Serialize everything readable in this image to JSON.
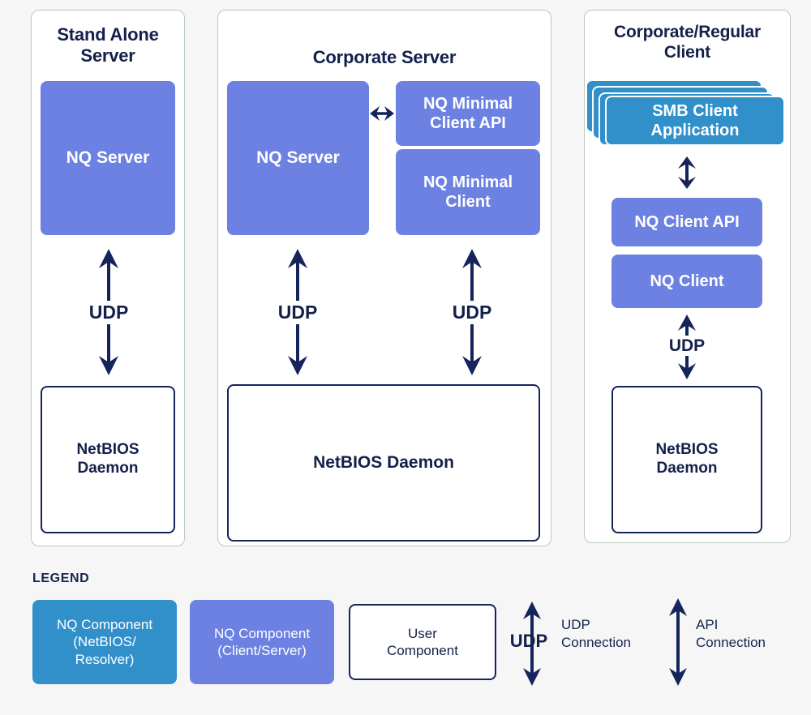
{
  "diagram": {
    "background_color": "#f6f6f6",
    "ink_color": "#14204a",
    "panel_border_color": "#b9cbbf",
    "panels": [
      {
        "id": "standalone",
        "title": "Stand Alone\nServer",
        "title_line1": "Stand Alone",
        "title_line2": "Server",
        "boxes": [
          {
            "label": "NQ Server",
            "kind": "nq-component-client-server",
            "color": "#6c81e2"
          },
          {
            "label": "NetBIOS\nDaemon",
            "kind": "user-component",
            "color": "#ffffff"
          }
        ],
        "connections": [
          {
            "label": "UDP",
            "type": "udp-connection"
          }
        ]
      },
      {
        "id": "corporate",
        "title": "Corporate Server",
        "boxes": [
          {
            "label": "NQ Server",
            "kind": "nq-component-client-server",
            "color": "#6c81e2"
          },
          {
            "label": "NQ Minimal\nClient API",
            "kind": "nq-component-client-server",
            "color": "#6c81e2"
          },
          {
            "label": "NQ Minimal\nClient",
            "kind": "nq-component-client-server",
            "color": "#6c81e2"
          },
          {
            "label": "NetBIOS Daemon",
            "kind": "user-component",
            "color": "#ffffff"
          }
        ],
        "connections": [
          {
            "label": "",
            "type": "api-connection-horizontal"
          },
          {
            "label": "UDP",
            "type": "udp-connection"
          },
          {
            "label": "UDP",
            "type": "udp-connection"
          }
        ]
      },
      {
        "id": "client",
        "title": "Corporate/Regular\nClient",
        "title_line1": "Corporate/Regular",
        "title_line2": "Client",
        "boxes": [
          {
            "label": "SMB Client\nApplication",
            "kind": "nq-component-netbios-resolver",
            "color": "#3190ca",
            "stacked": true,
            "stack_layers": 4
          },
          {
            "label": "NQ Client API",
            "kind": "nq-component-client-server",
            "color": "#6c81e2"
          },
          {
            "label": "NQ Client",
            "kind": "nq-component-client-server",
            "color": "#6c81e2"
          },
          {
            "label": "NetBIOS\nDaemon",
            "kind": "user-component",
            "color": "#ffffff"
          }
        ],
        "connections": [
          {
            "label": "",
            "type": "api-connection"
          },
          {
            "label": "UDP",
            "type": "udp-connection"
          }
        ]
      }
    ],
    "labels": {
      "panel_title_standalone_l1": "Stand Alone",
      "panel_title_standalone_l2": "Server",
      "panel_title_corporate": "Corporate Server",
      "panel_title_client_l1": "Corporate/Regular",
      "panel_title_client_l2": "Client",
      "nq_server": "NQ Server",
      "nq_minimal_client_api_l1": "NQ Minimal",
      "nq_minimal_client_api_l2": "Client API",
      "nq_minimal_client_l1": "NQ Minimal",
      "nq_minimal_client_l2": "Client",
      "smb_client_application_l1": "SMB Client",
      "smb_client_application_l2": "Application",
      "nq_client_api": "NQ Client API",
      "nq_client": "NQ Client",
      "netbios_daemon_l1": "NetBIOS",
      "netbios_daemon_l2": "Daemon",
      "netbios_daemon_single": "NetBIOS Daemon",
      "udp": "UDP"
    }
  },
  "legend": {
    "title": "LEGEND",
    "items": [
      {
        "type": "swatch",
        "color": "#3190ca",
        "text_l1": "NQ Component",
        "text_l2": "(NetBIOS/",
        "text_l3": "Resolver)"
      },
      {
        "type": "swatch",
        "color": "#6c81e2",
        "text_l1": "NQ Component",
        "text_l2": "(Client/Server)",
        "text_l3": ""
      },
      {
        "type": "swatch-outline",
        "color": "#ffffff",
        "text_l1": "User",
        "text_l2": "Component",
        "text_l3": ""
      },
      {
        "type": "udp-arrow",
        "arrow_label": "UDP",
        "text_l1": "UDP",
        "text_l2": "Connection"
      },
      {
        "type": "api-arrow",
        "arrow_label": "",
        "text_l1": "API",
        "text_l2": "Connection"
      }
    ]
  }
}
